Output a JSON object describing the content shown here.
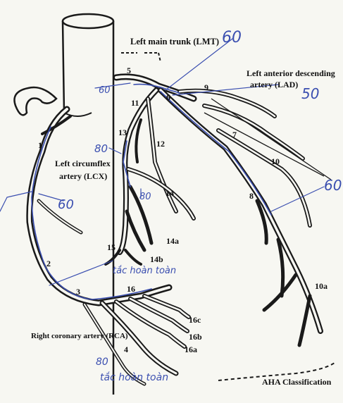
{
  "labels": {
    "lmt": "Left main trunk (LMT)",
    "lad_line1": "Left anterior descending",
    "lad_line2": "artery (LAD)",
    "lcx_line1": "Left circumflex",
    "lcx_line2": "artery (LCX)",
    "rca": "Right coronary artery (RCA)",
    "classification": "AHA Classification"
  },
  "segments": {
    "s1": "1",
    "s2": "2",
    "s3": "3",
    "s4": "4",
    "s5": "5",
    "s6": "6",
    "s7": "7",
    "s8": "8",
    "s9": "9",
    "s10": "10",
    "s10a": "10a",
    "s11": "11",
    "s12": "12",
    "s13": "13",
    "s14": "14",
    "s14a": "14a",
    "s14b": "14b",
    "s15": "15",
    "s16": "16",
    "s16a": "16a",
    "s16b": "16b",
    "s16c": "16c"
  },
  "handwriting": {
    "n60_lmt": "60",
    "n60_lad": "50",
    "n60_right": "60",
    "n60_left": "60",
    "n80_lcx": "80",
    "n80_rca": "80",
    "n80_14": "80",
    "n60_top": "60",
    "note_mid": "tắc hoàn toàn",
    "note_bottom": "tắc hoàn toàn"
  },
  "colors": {
    "ink": "#1a1a1a",
    "pen": "#3b4fb0",
    "paper": "#f7f7f2"
  }
}
